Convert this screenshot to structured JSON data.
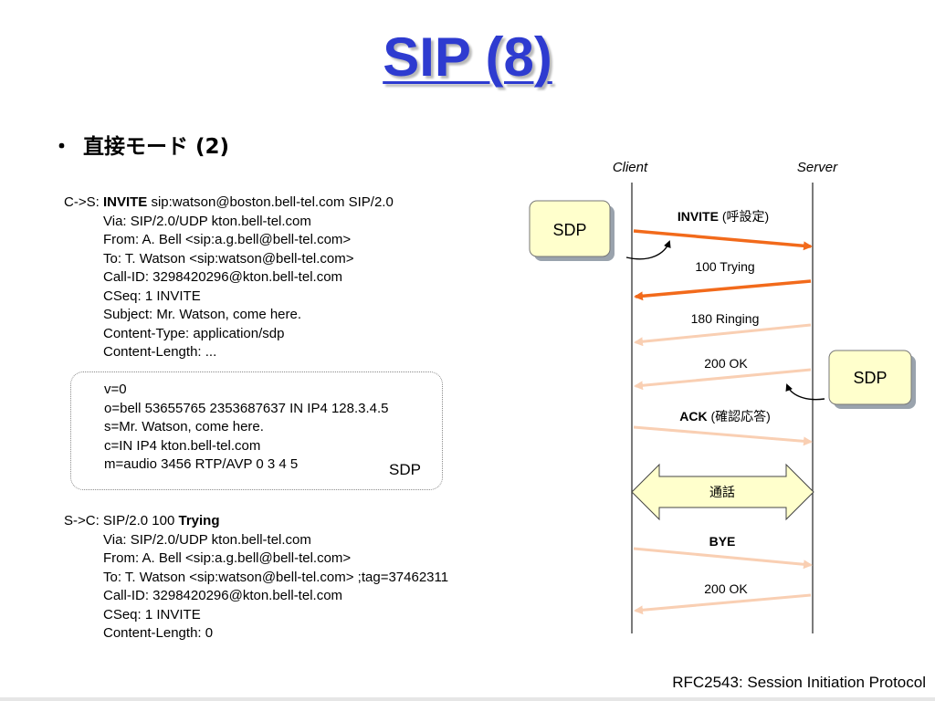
{
  "title": "SIP (8)",
  "bullet": {
    "dot": "・",
    "text": "直接モード (2)"
  },
  "msg1": {
    "first": {
      "prefix": "C->S: ",
      "bold": "INVITE",
      "rest": " sip:watson@boston.bell-tel.com SIP/2.0"
    },
    "lines": [
      "Via: SIP/2.0/UDP kton.bell-tel.com",
      "From: A. Bell <sip:a.g.bell@bell-tel.com>",
      "To: T. Watson <sip:watson@bell-tel.com>",
      "Call-ID: 3298420296@kton.bell-tel.com",
      "CSeq: 1 INVITE",
      "Subject: Mr. Watson, come here.",
      "Content-Type: application/sdp",
      "Content-Length: ..."
    ]
  },
  "sdp": {
    "lines": [
      "v=0",
      "o=bell 53655765 2353687637 IN IP4 128.3.4.5",
      "s=Mr. Watson, come here.",
      "c=IN IP4 kton.bell-tel.com",
      "m=audio 3456 RTP/AVP 0 3 4 5"
    ],
    "label": "SDP"
  },
  "msg2": {
    "first": {
      "prefix": "S->C: SIP/2.0 100 ",
      "bold": "Trying"
    },
    "lines": [
      "Via: SIP/2.0/UDP kton.bell-tel.com",
      "From: A. Bell <sip:a.g.bell@bell-tel.com>",
      "To: T. Watson <sip:watson@bell-tel.com> ;tag=37462311",
      "Call-ID: 3298420296@kton.bell-tel.com",
      "CSeq: 1 INVITE",
      "Content-Length: 0"
    ]
  },
  "diagram": {
    "client_label": "Client",
    "server_label": "Server",
    "sdp_box_left": "SDP",
    "sdp_box_right": "SDP",
    "messages": [
      {
        "bold": "INVITE",
        "normal": " (呼設定)"
      },
      {
        "bold": "",
        "normal": "100 Trying"
      },
      {
        "bold": "",
        "normal": "180 Ringing"
      },
      {
        "bold": "",
        "normal": "200 OK"
      },
      {
        "bold": "ACK",
        "normal": " (確認応答)"
      },
      {
        "bold": "BYE",
        "normal": ""
      },
      {
        "bold": "",
        "normal": "200 OK"
      }
    ],
    "talk_label": "通話",
    "colors": {
      "active_arrow": "#f26a1b",
      "faded_arrow": "#f9cfb3",
      "box_fill": "#ffffcc",
      "title": "#2e3bd0"
    }
  },
  "footer": "RFC2543: Session Initiation Protocol"
}
